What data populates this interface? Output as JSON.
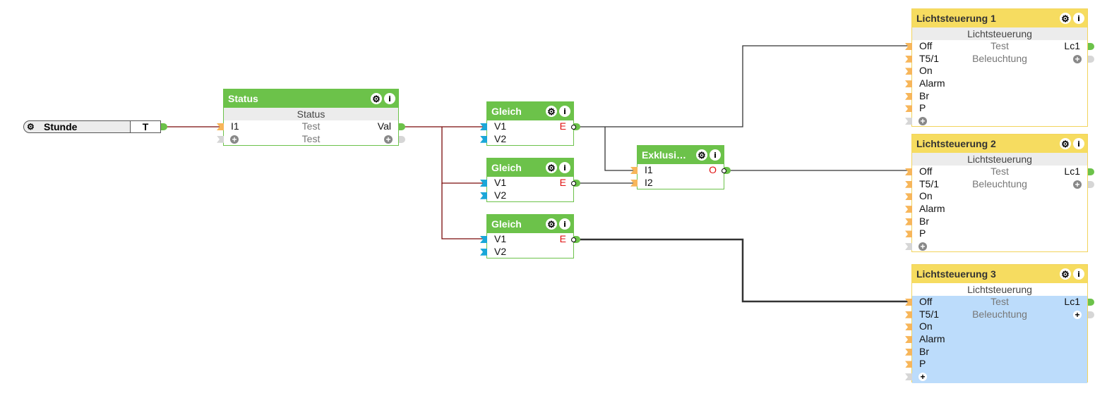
{
  "colors": {
    "wire_red": "#7a0a0a",
    "wire_dark": "#333333",
    "green": "#6cc24a",
    "yellow": "#f6dc60",
    "selected": "#bcdcfb"
  },
  "input_node": {
    "icon": "gear-icon",
    "name": "Stunde",
    "type": "T"
  },
  "status": {
    "title": "Status",
    "subtitle": "Status",
    "rows": [
      {
        "in": "I1",
        "mid": "Test",
        "out": "Val"
      },
      {
        "mid": "Test"
      }
    ]
  },
  "gleich": [
    {
      "title": "Gleich",
      "inputs": [
        "V1",
        "V2"
      ],
      "output": "E"
    },
    {
      "title": "Gleich",
      "inputs": [
        "V1",
        "V2"
      ],
      "output": "E"
    },
    {
      "title": "Gleich",
      "inputs": [
        "V1",
        "V2"
      ],
      "output": "E"
    }
  ],
  "exklusiv": {
    "title": "Exklusi…",
    "inputs": [
      "I1",
      "I2"
    ],
    "output": "O"
  },
  "lights": [
    {
      "title": "Lichtsteuerung 1",
      "subtitle": "Lichtsteuerung",
      "inputs": [
        "Off",
        "T5/1",
        "On",
        "Alarm",
        "Br",
        "P"
      ],
      "mid": [
        "Test",
        "Beleuchtung"
      ],
      "output": "Lc1",
      "selected": false
    },
    {
      "title": "Lichtsteuerung 2",
      "subtitle": "Lichtsteuerung",
      "inputs": [
        "Off",
        "T5/1",
        "On",
        "Alarm",
        "Br",
        "P"
      ],
      "mid": [
        "Test",
        "Beleuchtung"
      ],
      "output": "Lc1",
      "selected": false
    },
    {
      "title": "Lichtsteuerung 3",
      "subtitle": "Lichtsteuerung",
      "inputs": [
        "Off",
        "T5/1",
        "On",
        "Alarm",
        "Br",
        "P"
      ],
      "mid": [
        "Test",
        "Beleuchtung"
      ],
      "output": "Lc1",
      "selected": true
    }
  ]
}
